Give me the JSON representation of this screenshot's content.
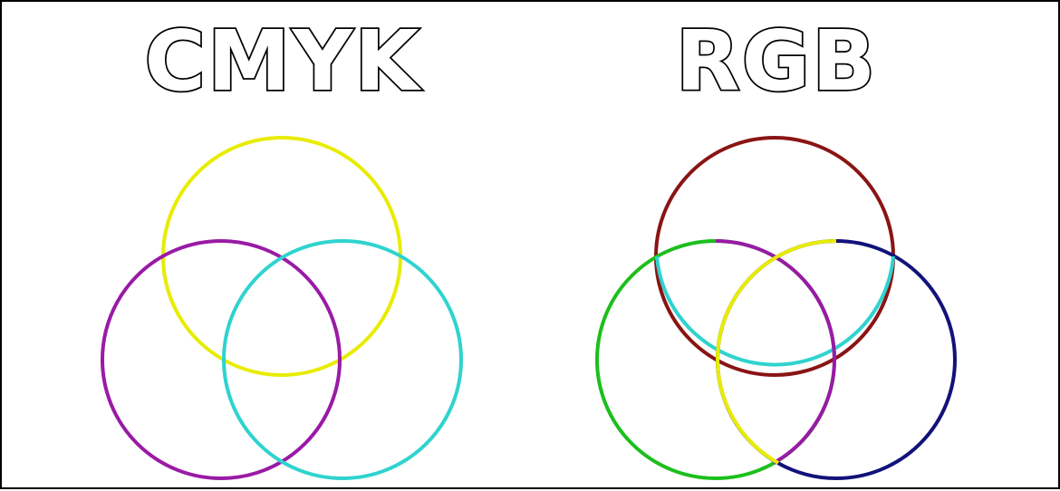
{
  "panels": [
    {
      "title": "CMYK",
      "circles": [
        {
          "name": "yellow",
          "color": "#e8ec00"
        },
        {
          "name": "magenta",
          "color": "#9a1aa6"
        },
        {
          "name": "cyan",
          "color": "#2fd3cf"
        }
      ]
    },
    {
      "title": "RGB",
      "circles": [
        {
          "name": "red",
          "color": "#8a1414",
          "overlap_color": "#2fd3cf"
        },
        {
          "name": "green",
          "color": "#1cbf1c",
          "overlap_color": "#9a1aa6"
        },
        {
          "name": "blue",
          "color": "#12127a",
          "overlap_color": "#e8ec00"
        }
      ]
    }
  ]
}
